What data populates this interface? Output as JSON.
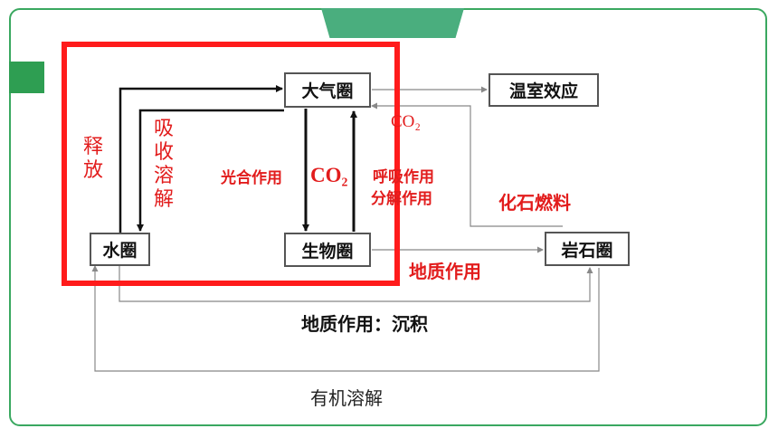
{
  "colors": {
    "red": "#e21c1c",
    "frame_green": "#3aa860",
    "node_border": "#555555"
  },
  "nodes": {
    "atmosphere": "大气圈",
    "greenhouse": "温室效应",
    "hydrosphere": "水圈",
    "biosphere": "生物圈",
    "lithosphere": "岩石圈"
  },
  "labels": {
    "release": "释放",
    "absorb_dissolve": "吸收溶解",
    "photosynthesis": "光合作用",
    "co2_center": "CO₂",
    "co2_right": "CO₂",
    "respiration": "呼吸作用",
    "decomposition": "分解作用",
    "fossil_fuel": "化石燃料",
    "geological": "地质作用",
    "geological_sediment": "地质作用：沉积",
    "organic_dissolve": "有机溶解"
  }
}
